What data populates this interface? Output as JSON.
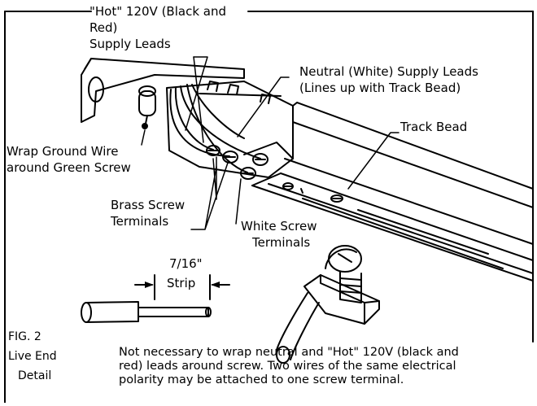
{
  "labels": {
    "hot_line1": "\"Hot\" 120V (Black and",
    "hot_line2": "Red)",
    "hot_line3": "Supply Leads",
    "neutral_line1": "Neutral (White) Supply Leads",
    "neutral_line2": "(Lines up with Track Bead)",
    "track_bead": "Track Bead",
    "ground_line1": "Wrap Ground Wire",
    "ground_line2": "around Green Screw",
    "brass_line1": "Brass Screw",
    "brass_line2": "Terminals",
    "white_line1": "White Screw",
    "white_line2": "Terminals",
    "strip_size": "7/16\"",
    "strip_word": "Strip"
  },
  "caption": {
    "fig": "FIG. 2",
    "title_line1": "Live End",
    "title_line2": "Detail"
  },
  "note": {
    "line1": "Not necessary to wrap neutral and \"Hot\" 120V (black and",
    "line2": "red) leads around screw. Two wires of the same electrical",
    "line3": "polarity may be attached to one screw terminal."
  }
}
